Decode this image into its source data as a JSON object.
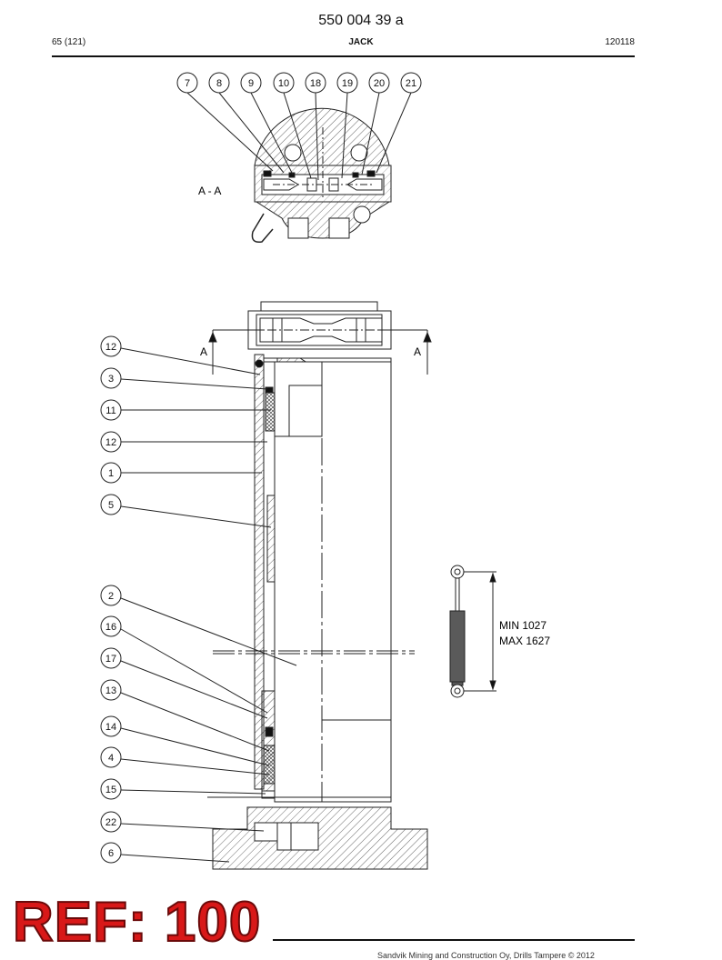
{
  "header": {
    "doc_number": "550 004 39 a",
    "page": "65 (121)",
    "title": "JACK",
    "date": "120118"
  },
  "section_view": {
    "label": "A - A",
    "callouts": [
      "7",
      "8",
      "9",
      "10",
      "18",
      "19",
      "20",
      "21"
    ]
  },
  "main_view": {
    "section_markers": [
      "A",
      "A"
    ],
    "callouts": [
      "12",
      "3",
      "11",
      "12",
      "1",
      "5",
      "2",
      "16",
      "17",
      "13",
      "14",
      "4",
      "15",
      "22",
      "6"
    ]
  },
  "stroke_diagram": {
    "min_label": "MIN 1027",
    "max_label": "MAX 1627"
  },
  "stamp": {
    "text": "REF: 100"
  },
  "footer": {
    "copyright": "Sandvik Mining and Construction Oy, Drills Tampere © 2012"
  }
}
